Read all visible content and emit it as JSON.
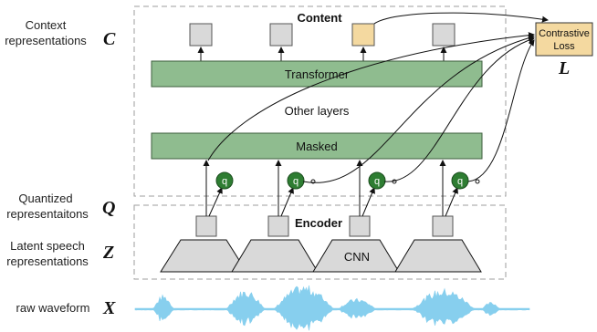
{
  "left_labels": {
    "context_line1": "Context",
    "context_line2": "representations",
    "context_symbol": "C",
    "quantized_line1": "Quantized",
    "quantized_line2": "representaitons",
    "quantized_symbol": "Q",
    "latent_line1": "Latent speech",
    "latent_line2": "representations",
    "latent_symbol": "Z",
    "raw_line": "raw waveform",
    "raw_symbol": "X"
  },
  "context_box": {
    "title": "Content",
    "transformer_label": "Transformer",
    "other_layers_label": "Other layers",
    "masked_label": "Masked"
  },
  "encoder_box": {
    "title": "Encoder",
    "cnn_label": "CNN"
  },
  "quantizer_node_label": "q",
  "loss": {
    "line1": "Contrastive",
    "line2": "Loss",
    "symbol": "L"
  },
  "colors": {
    "green_block": "#8fbc8f",
    "green_block_stroke": "#3d5e3d",
    "gray_box": "#d9d9d9",
    "highlight_box": "#f4d9a0",
    "q_node": "#2e7d32",
    "waveform": "#87cfee",
    "dashed_border": "#9e9e9e"
  }
}
